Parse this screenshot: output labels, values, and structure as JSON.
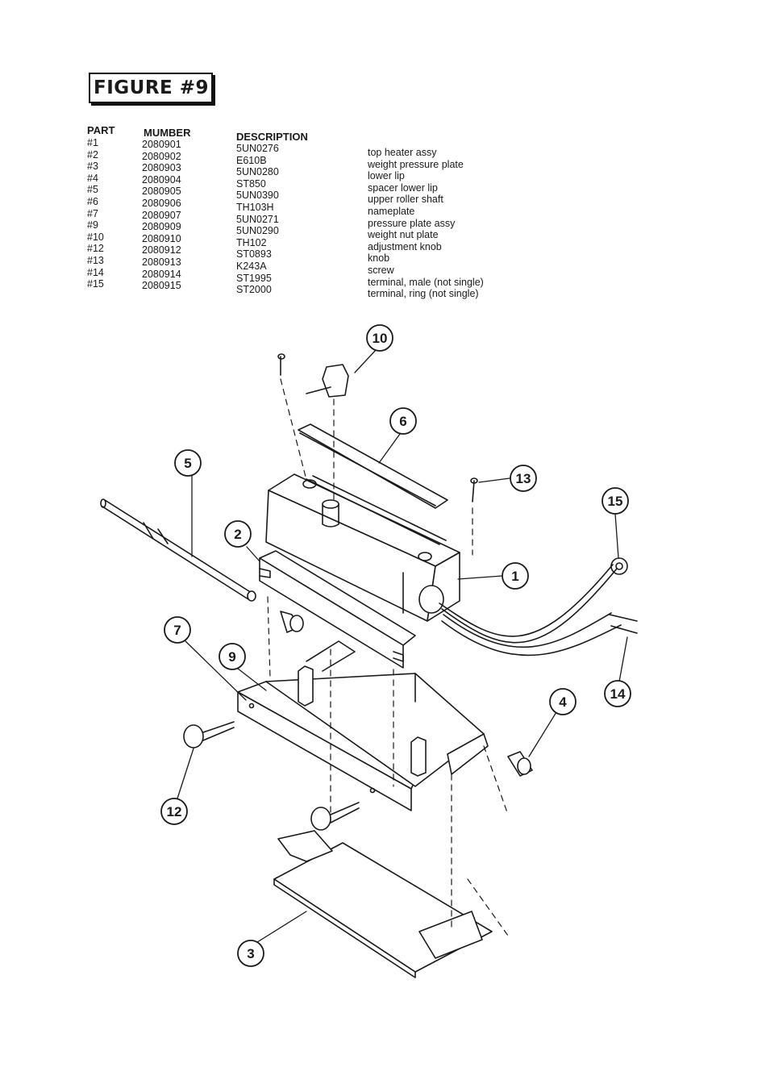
{
  "title": "FIGURE #9",
  "table": {
    "headers": {
      "part": "PART",
      "number": "MUMBER",
      "description": "DESCRIPTION"
    },
    "rows": [
      {
        "part": "#1",
        "number": "2080901",
        "code": "5UN0276",
        "desc": "top heater assy"
      },
      {
        "part": "#2",
        "number": "2080902",
        "code": "E610B",
        "desc": "weight pressure plate"
      },
      {
        "part": "#3",
        "number": "2080903",
        "code": "5UN0280",
        "desc": "lower lip"
      },
      {
        "part": "#4",
        "number": "2080904",
        "code": "ST850",
        "desc": "spacer lower lip"
      },
      {
        "part": "#5",
        "number": "2080905",
        "code": "5UN0390",
        "desc": "upper roller shaft"
      },
      {
        "part": "#6",
        "number": "2080906",
        "code": "TH103H",
        "desc": "nameplate"
      },
      {
        "part": "#7",
        "number": "2080907",
        "code": "5UN0271",
        "desc": "pressure plate assy"
      },
      {
        "part": "#9",
        "number": "2080909",
        "code": "5UN0290",
        "desc": "weight nut plate"
      },
      {
        "part": "#10",
        "number": "2080910",
        "code": "TH102",
        "desc": "adjustment knob"
      },
      {
        "part": "#12",
        "number": "2080912",
        "code": "ST0893",
        "desc": "knob"
      },
      {
        "part": "#13",
        "number": "2080913",
        "code": "K243A",
        "desc": "screw"
      },
      {
        "part": "#14",
        "number": "2080914",
        "code": "ST1995",
        "desc": "terminal, male (not single)"
      },
      {
        "part": "#15",
        "number": "2080915",
        "code": "ST2000",
        "desc": "terminal, ring (not single)"
      }
    ]
  },
  "callouts": [
    {
      "label": "10"
    },
    {
      "label": "6"
    },
    {
      "label": "5"
    },
    {
      "label": "13"
    },
    {
      "label": "15"
    },
    {
      "label": "2"
    },
    {
      "label": "1"
    },
    {
      "label": "7"
    },
    {
      "label": "9"
    },
    {
      "label": "14"
    },
    {
      "label": "4"
    },
    {
      "label": "12"
    },
    {
      "label": "3"
    }
  ]
}
